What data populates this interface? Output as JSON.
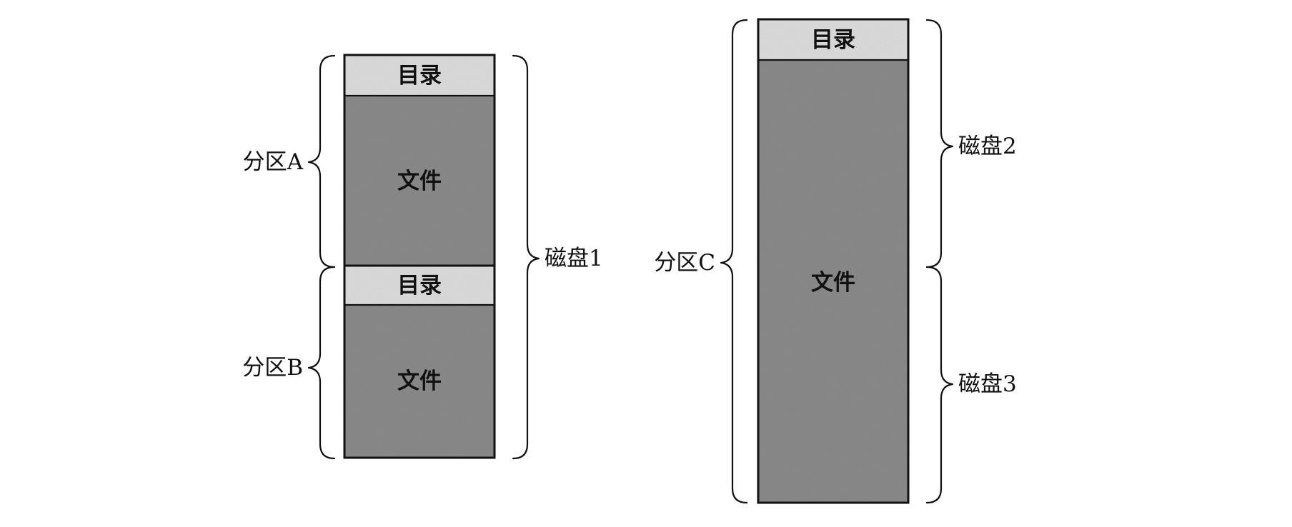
{
  "colors": {
    "directory_fill": "#dcdcdc",
    "file_fill": "#8a8a8a",
    "outline": "#111111",
    "background": "#ffffff"
  },
  "left_column": {
    "partition_a": {
      "label": "分区A",
      "directory_label": "目录",
      "file_label": "文件"
    },
    "partition_b": {
      "label": "分区B",
      "directory_label": "目录",
      "file_label": "文件"
    },
    "disk_label": "磁盘1"
  },
  "right_column": {
    "partition_c": {
      "label": "分区C",
      "directory_label": "目录",
      "file_label": "文件"
    },
    "disk2_label": "磁盘2",
    "disk3_label": "磁盘3"
  }
}
